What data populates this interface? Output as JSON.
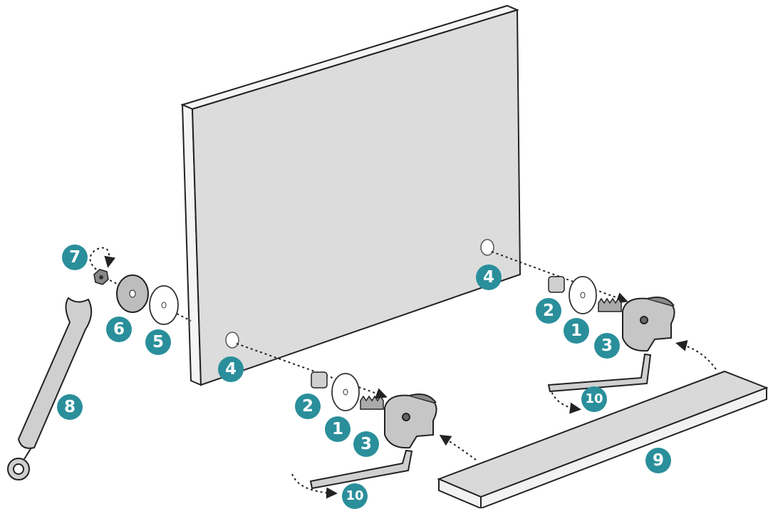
{
  "colors": {
    "badge": "#2a8f9b",
    "panel": "#dcdcdc",
    "metal": "#b5b5b5",
    "outline": "#333333"
  },
  "callouts": [
    {
      "id": "clamp-screw",
      "label": "1"
    },
    {
      "id": "clamp-screw-2",
      "label": "1"
    },
    {
      "id": "spacer",
      "label": "2"
    },
    {
      "id": "spacer-2",
      "label": "2"
    },
    {
      "id": "clamp-body",
      "label": "3"
    },
    {
      "id": "clamp-body-2",
      "label": "3"
    },
    {
      "id": "panel-hole",
      "label": "4"
    },
    {
      "id": "panel-hole-2",
      "label": "4"
    },
    {
      "id": "back-washer",
      "label": "5"
    },
    {
      "id": "metal-washer",
      "label": "6"
    },
    {
      "id": "nut",
      "label": "7"
    },
    {
      "id": "wrench",
      "label": "8"
    },
    {
      "id": "shelf",
      "label": "9"
    },
    {
      "id": "hex-key",
      "label": "10"
    },
    {
      "id": "hex-key-2",
      "label": "10"
    }
  ]
}
